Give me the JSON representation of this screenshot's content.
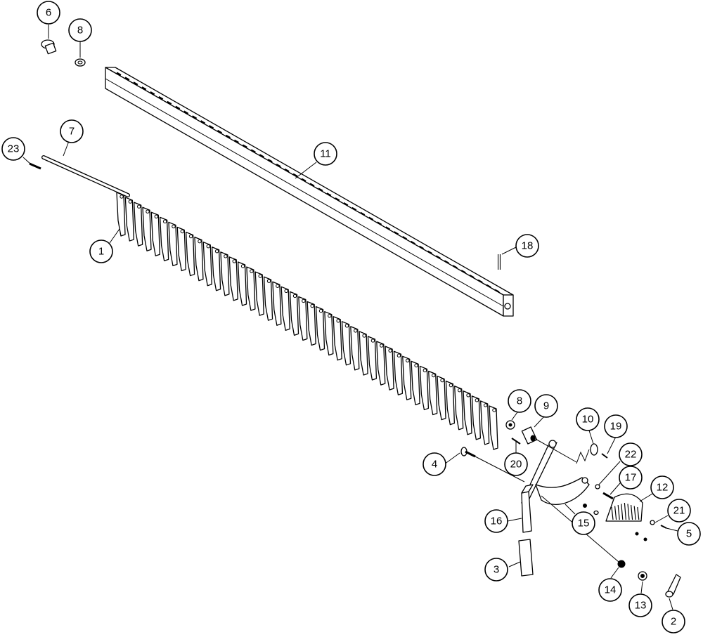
{
  "diagram": {
    "callouts": [
      {
        "id": "c6",
        "label": "6"
      },
      {
        "id": "c8a",
        "label": "8"
      },
      {
        "id": "c7",
        "label": "7"
      },
      {
        "id": "c23",
        "label": "23"
      },
      {
        "id": "c11",
        "label": "11"
      },
      {
        "id": "c1",
        "label": "1"
      },
      {
        "id": "c18",
        "label": "18"
      },
      {
        "id": "c8b",
        "label": "8"
      },
      {
        "id": "c9",
        "label": "9"
      },
      {
        "id": "c10",
        "label": "10"
      },
      {
        "id": "c19",
        "label": "19"
      },
      {
        "id": "c4",
        "label": "4"
      },
      {
        "id": "c20",
        "label": "20"
      },
      {
        "id": "c22",
        "label": "22"
      },
      {
        "id": "c17",
        "label": "17"
      },
      {
        "id": "c12",
        "label": "12"
      },
      {
        "id": "c21",
        "label": "21"
      },
      {
        "id": "c5",
        "label": "5"
      },
      {
        "id": "c16",
        "label": "16"
      },
      {
        "id": "c15",
        "label": "15"
      },
      {
        "id": "c3",
        "label": "3"
      },
      {
        "id": "c14",
        "label": "14"
      },
      {
        "id": "c13",
        "label": "13"
      },
      {
        "id": "c2",
        "label": "2"
      }
    ]
  }
}
